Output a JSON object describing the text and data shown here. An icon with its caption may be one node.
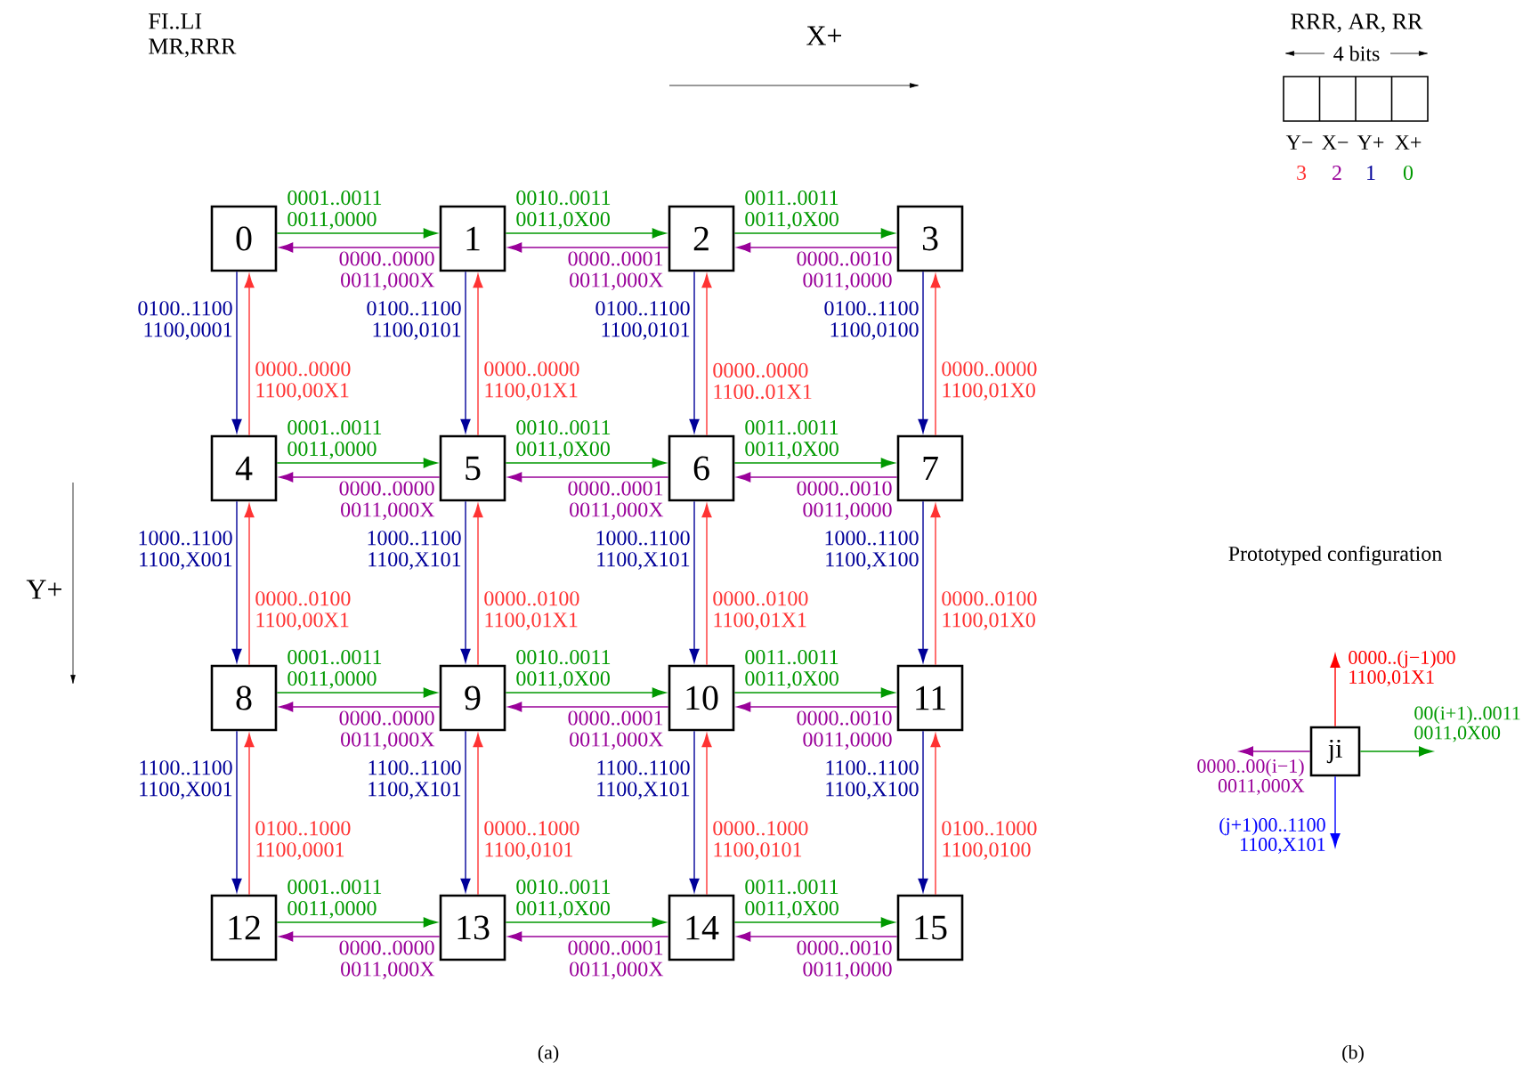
{
  "diagram": {
    "nodes": [
      {
        "text": [
          "0"
        ]
      },
      {
        "text": [
          "1"
        ]
      },
      {
        "text": [
          "2"
        ]
      },
      {
        "text": [
          "3"
        ]
      },
      {
        "text": [
          "4"
        ]
      },
      {
        "text": [
          "5"
        ]
      },
      {
        "text": [
          "6"
        ]
      },
      {
        "text": [
          "7"
        ]
      },
      {
        "text": [
          "8"
        ]
      },
      {
        "text": [
          "9"
        ]
      },
      {
        "text": [
          "10"
        ]
      },
      {
        "text": [
          "11"
        ]
      },
      {
        "text": [
          "12"
        ]
      },
      {
        "text": [
          "13"
        ]
      },
      {
        "text": [
          "14"
        ]
      },
      {
        "text": [
          "15"
        ]
      },
      {
        "text": [
          "ji"
        ]
      }
    ],
    "edges": [
      {
        "from": 0,
        "to": 1,
        "arrow": "to",
        "label": "0001..0011 0011,0000",
        "color": "#009900"
      },
      {
        "from": 1,
        "to": 2,
        "arrow": "to",
        "label": "0010..0011 0011,0X00",
        "color": "#009900"
      },
      {
        "from": 2,
        "to": 3,
        "arrow": "to",
        "label": "0011..0011 0011,0X00",
        "color": "#009900"
      },
      {
        "from": 1,
        "to": 0,
        "arrow": "to",
        "label": "0000..0000 0011,000X",
        "color": "#990099"
      },
      {
        "from": 2,
        "to": 1,
        "arrow": "to",
        "label": "0000..0001 0011,000X",
        "color": "#990099"
      },
      {
        "from": 3,
        "to": 2,
        "arrow": "to",
        "label": "0000..0010 0011,0000",
        "color": "#990099"
      },
      {
        "from": 0,
        "to": 4,
        "arrow": "to",
        "label": "0100..1100 1100,0001",
        "color": "#000099"
      },
      {
        "from": 1,
        "to": 5,
        "arrow": "to",
        "label": "0100..1100 1100,0101",
        "color": "#000099"
      },
      {
        "from": 2,
        "to": 6,
        "arrow": "to",
        "label": "0100..1100 1100,0101",
        "color": "#000099"
      },
      {
        "from": 3,
        "to": 7,
        "arrow": "to",
        "label": "0100..1100 1100,0100",
        "color": "#000099"
      },
      {
        "from": 4,
        "to": 0,
        "arrow": "to",
        "label": "0000..0000 1100,00X1",
        "color": "#ff3333"
      },
      {
        "from": 5,
        "to": 1,
        "arrow": "to",
        "label": "0000..0000 1100,01X1",
        "color": "#ff3333"
      },
      {
        "from": 6,
        "to": 2,
        "arrow": "to",
        "label": "0000..0000 1100..01X1",
        "color": "#ff3333"
      },
      {
        "from": 7,
        "to": 3,
        "arrow": "to",
        "label": "0000..0000 1100,01X0",
        "color": "#ff3333"
      },
      {
        "from": 4,
        "to": 5,
        "arrow": "to",
        "label": "0001..0011 0011,0000",
        "color": "#009900"
      },
      {
        "from": 5,
        "to": 6,
        "arrow": "to",
        "label": "0010..0011 0011,0X00",
        "color": "#009900"
      },
      {
        "from": 6,
        "to": 7,
        "arrow": "to",
        "label": "0011..0011 0011,0X00",
        "color": "#009900"
      },
      {
        "from": 5,
        "to": 4,
        "arrow": "to",
        "label": "0000..0000 0011,000X",
        "color": "#990099"
      },
      {
        "from": 6,
        "to": 5,
        "arrow": "to",
        "label": "0000..0001 0011,000X",
        "color": "#990099"
      },
      {
        "from": 7,
        "to": 6,
        "arrow": "to",
        "label": "0000..0010 0011,0000",
        "color": "#990099"
      },
      {
        "from": 4,
        "to": 8,
        "arrow": "to",
        "label": "1000..1100 1100,X001",
        "color": "#000099"
      },
      {
        "from": 5,
        "to": 9,
        "arrow": "to",
        "label": "1000..1100 1100,X101",
        "color": "#000099"
      },
      {
        "from": 6,
        "to": 10,
        "arrow": "to",
        "label": "1000..1100 1100,X101",
        "color": "#000099"
      },
      {
        "from": 7,
        "to": 11,
        "arrow": "to",
        "label": "1000..1100 1100,X100",
        "color": "#000099"
      },
      {
        "from": 8,
        "to": 4,
        "arrow": "to",
        "label": "0000..0100 1100,00X1",
        "color": "#ff3333"
      },
      {
        "from": 9,
        "to": 5,
        "arrow": "to",
        "label": "0000..0100 1100,01X1",
        "color": "#ff3333"
      },
      {
        "from": 10,
        "to": 6,
        "arrow": "to",
        "label": "0000..0100 1100,01X1",
        "color": "#ff3333"
      },
      {
        "from": 11,
        "to": 7,
        "arrow": "to",
        "label": "0000..0100 1100,01X0",
        "color": "#ff3333"
      },
      {
        "from": 8,
        "to": 9,
        "arrow": "to",
        "label": "0001..0011 0011,0000",
        "color": "#009900"
      },
      {
        "from": 9,
        "to": 10,
        "arrow": "to",
        "label": "0010..0011 0011,0X00",
        "color": "#009900"
      },
      {
        "from": 10,
        "to": 11,
        "arrow": "to",
        "label": "0011..0011 0011,0X00",
        "color": "#009900"
      },
      {
        "from": 9,
        "to": 8,
        "arrow": "to",
        "label": "0000..0000 0011,000X",
        "color": "#990099"
      },
      {
        "from": 10,
        "to": 9,
        "arrow": "to",
        "label": "0000..0001 0011,000X",
        "color": "#990099"
      },
      {
        "from": 11,
        "to": 10,
        "arrow": "to",
        "label": "0000..0010 0011,0000",
        "color": "#990099"
      },
      {
        "from": 8,
        "to": 12,
        "arrow": "to",
        "label": "1100..1100 1100,X001",
        "color": "#000099"
      },
      {
        "from": 9,
        "to": 13,
        "arrow": "to",
        "label": "1100..1100 1100,X101",
        "color": "#000099"
      },
      {
        "from": 10,
        "to": 14,
        "arrow": "to",
        "label": "1100..1100 1100,X101",
        "color": "#000099"
      },
      {
        "from": 11,
        "to": 15,
        "arrow": "to",
        "label": "1100..1100 1100,X100",
        "color": "#000099"
      },
      {
        "from": 12,
        "to": 8,
        "arrow": "to",
        "label": "0100..1000 1100,0001",
        "color": "#ff3333"
      },
      {
        "from": 13,
        "to": 9,
        "arrow": "to",
        "label": "0000..1000 1100,0101",
        "color": "#ff3333"
      },
      {
        "from": 14,
        "to": 10,
        "arrow": "to",
        "label": "0000..1000 1100,0101",
        "color": "#ff3333"
      },
      {
        "from": 15,
        "to": 11,
        "arrow": "to",
        "label": "0100..1000 1100,0100",
        "color": "#ff3333"
      },
      {
        "from": 12,
        "to": 13,
        "arrow": "to",
        "label": "0001..0011 0011,0000",
        "color": "#009900"
      },
      {
        "from": 13,
        "to": 14,
        "arrow": "to",
        "label": "0010..0011 0011,0X00",
        "color": "#009900"
      },
      {
        "from": 14,
        "to": 15,
        "arrow": "to",
        "label": "0011..0011 0011,0X00",
        "color": "#009900"
      },
      {
        "from": 13,
        "to": 12,
        "arrow": "to",
        "label": "0000..0000 0011,000X",
        "color": "#990099"
      },
      {
        "from": 14,
        "to": 13,
        "arrow": "to",
        "label": "0000..0001 0011,000X",
        "color": "#990099"
      },
      {
        "from": 15,
        "to": 14,
        "arrow": "to",
        "label": "0000..0010 0011,0000",
        "color": "#990099"
      },
      {
        "from": 16,
        "to": null,
        "arrow": "to",
        "label": "0000..(j−1)00 1100,01X1",
        "color": "#ff0000"
      },
      {
        "from": 16,
        "to": null,
        "arrow": "to",
        "label": "00(i+1)..0011 0011,0X00",
        "color": "#009900"
      },
      {
        "from": 16,
        "to": null,
        "arrow": "to",
        "label": "0000..00(i−1) 0011,000X",
        "color": "#990099"
      },
      {
        "from": 16,
        "to": null,
        "arrow": "to",
        "label": "(j+1)00..1100 1100,X101",
        "color": "#0000ff"
      }
    ],
    "labels": [
      "FI..LI",
      "MR,RRR",
      "X+",
      "RRR, AR, RR",
      "4 bits",
      "Y−",
      "X−",
      "Y+",
      "X+",
      "3",
      "2",
      "1",
      "0",
      "Prototyped configuration",
      "Y+",
      "(a)",
      "(b)"
    ]
  }
}
